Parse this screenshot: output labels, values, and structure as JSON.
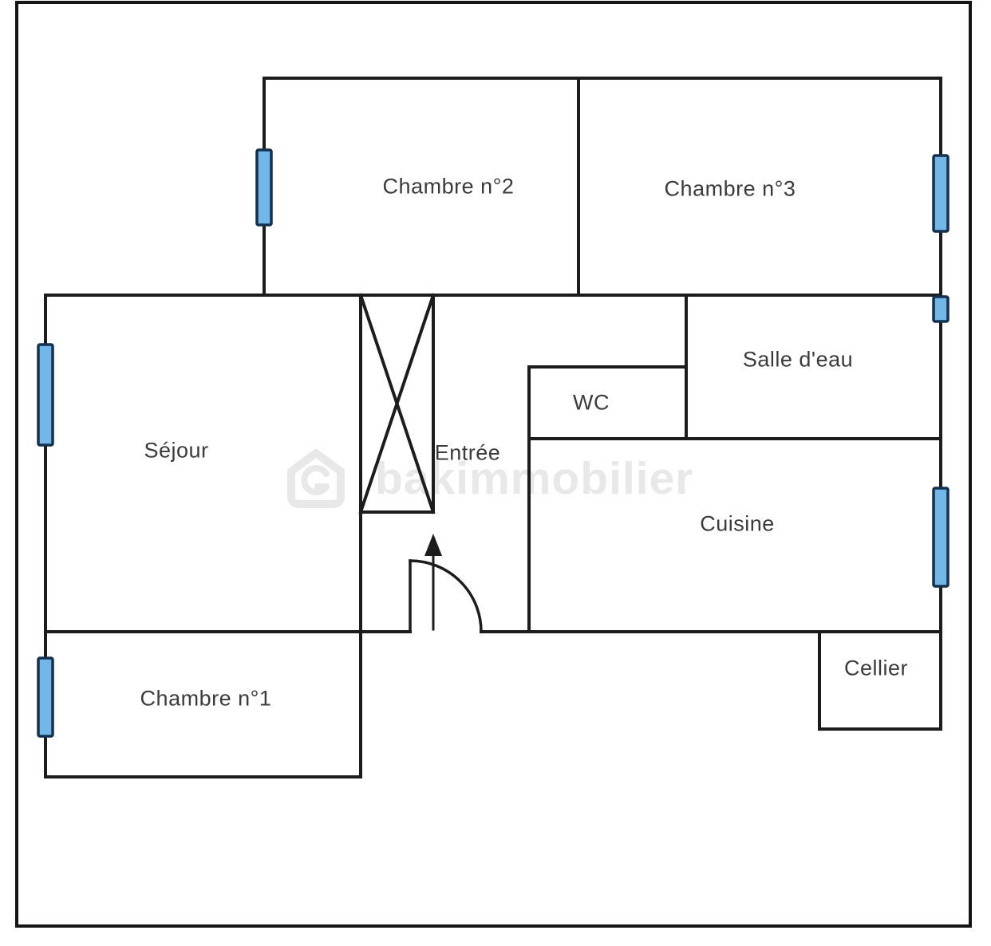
{
  "plan_title": "floor-plan",
  "watermark": {
    "text": "bakimmobilier",
    "color": "#e8e8e8",
    "logo": "house-g-logo"
  },
  "colors": {
    "wall": "#1c1c1c",
    "frame": "#151515",
    "window_fill": "#72b7e8",
    "window_stroke": "#14304f",
    "label_text": "#3b3b3b",
    "background": "#ffffff"
  },
  "rooms": {
    "chambre2": {
      "label": "Chambre n°2"
    },
    "chambre3": {
      "label": "Chambre n°3"
    },
    "sejour": {
      "label": "Séjour"
    },
    "entree": {
      "label": "Entrée"
    },
    "wc": {
      "label": "WC"
    },
    "salle_eau": {
      "label": "Salle d'eau"
    },
    "cuisine": {
      "label": "Cuisine"
    },
    "cellier": {
      "label": "Cellier"
    },
    "chambre1": {
      "label": "Chambre n°1"
    }
  },
  "symbols": {
    "windows": [
      "window-chambre2-left-wall",
      "window-chambre3-right-wall",
      "window-salle-eau-right-wall",
      "window-sejour-left-wall",
      "window-cuisine-right-wall",
      "window-chambre1-left-wall"
    ],
    "door_swing": "entry-door-quarter-arc",
    "entrance_arrow": "up-arrow",
    "closet_box": "x-cross-box"
  }
}
